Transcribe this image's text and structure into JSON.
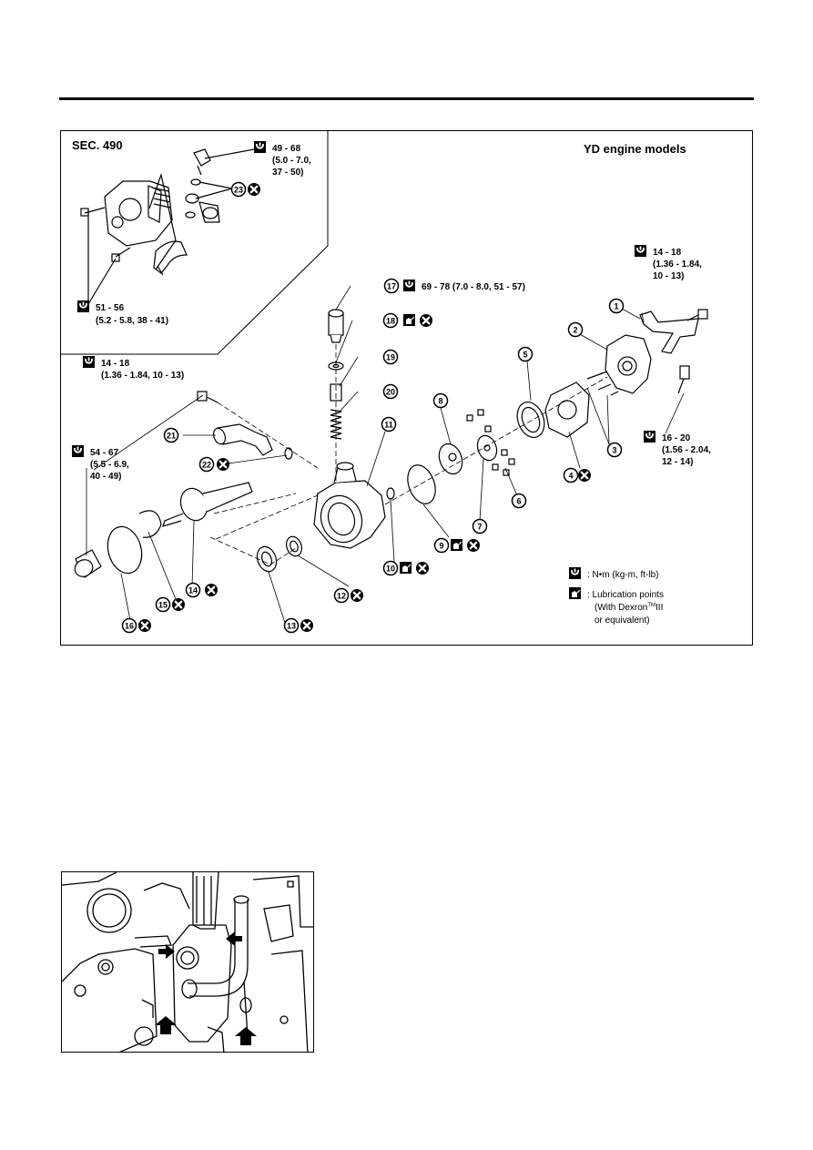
{
  "figure": {
    "section_label": "SEC. 490",
    "model_label": "YD engine models",
    "torque_specs": {
      "inset_49_68": [
        "49 - 68",
        "(5.0 - 7.0,",
        "37 - 50)"
      ],
      "inset_51_56": [
        "51 - 56",
        "(5.2 - 5.8, 38 - 41)"
      ],
      "bracket_14_18": [
        "14 - 18",
        "(1.36 - 1.84,",
        "10 - 13)"
      ],
      "item17": "69 - 78 (7.0 - 8.0, 51 - 57)",
      "left_14_18": [
        "14 - 18",
        "(1.36 - 1.84, 10 - 13)"
      ],
      "left_54_67": [
        "54 - 67",
        "(5.5 - 6.9,",
        "40 - 49)"
      ],
      "rear_16_20": [
        "16 - 20",
        "(1.56 - 2.04,",
        "12 - 14)"
      ]
    },
    "callouts": [
      "1",
      "2",
      "3",
      "4",
      "5",
      "6",
      "7",
      "8",
      "9",
      "10",
      "11",
      "12",
      "13",
      "14",
      "15",
      "16",
      "17",
      "18",
      "19",
      "20",
      "21",
      "22",
      "23"
    ],
    "legend": {
      "torque_unit": ": N•m (kg-m, ft-lb)",
      "lubrication_line1": ": Lubrication points",
      "lubrication_line2": "(With Dexron",
      "lubrication_tm": "TM",
      "lubrication_line2_end": "III",
      "lubrication_line3": "or equivalent)"
    }
  },
  "icons": [
    "torque-wrench-icon",
    "lubrication-oil-can-icon",
    "do-not-reuse-icon",
    "arrow-icon"
  ]
}
